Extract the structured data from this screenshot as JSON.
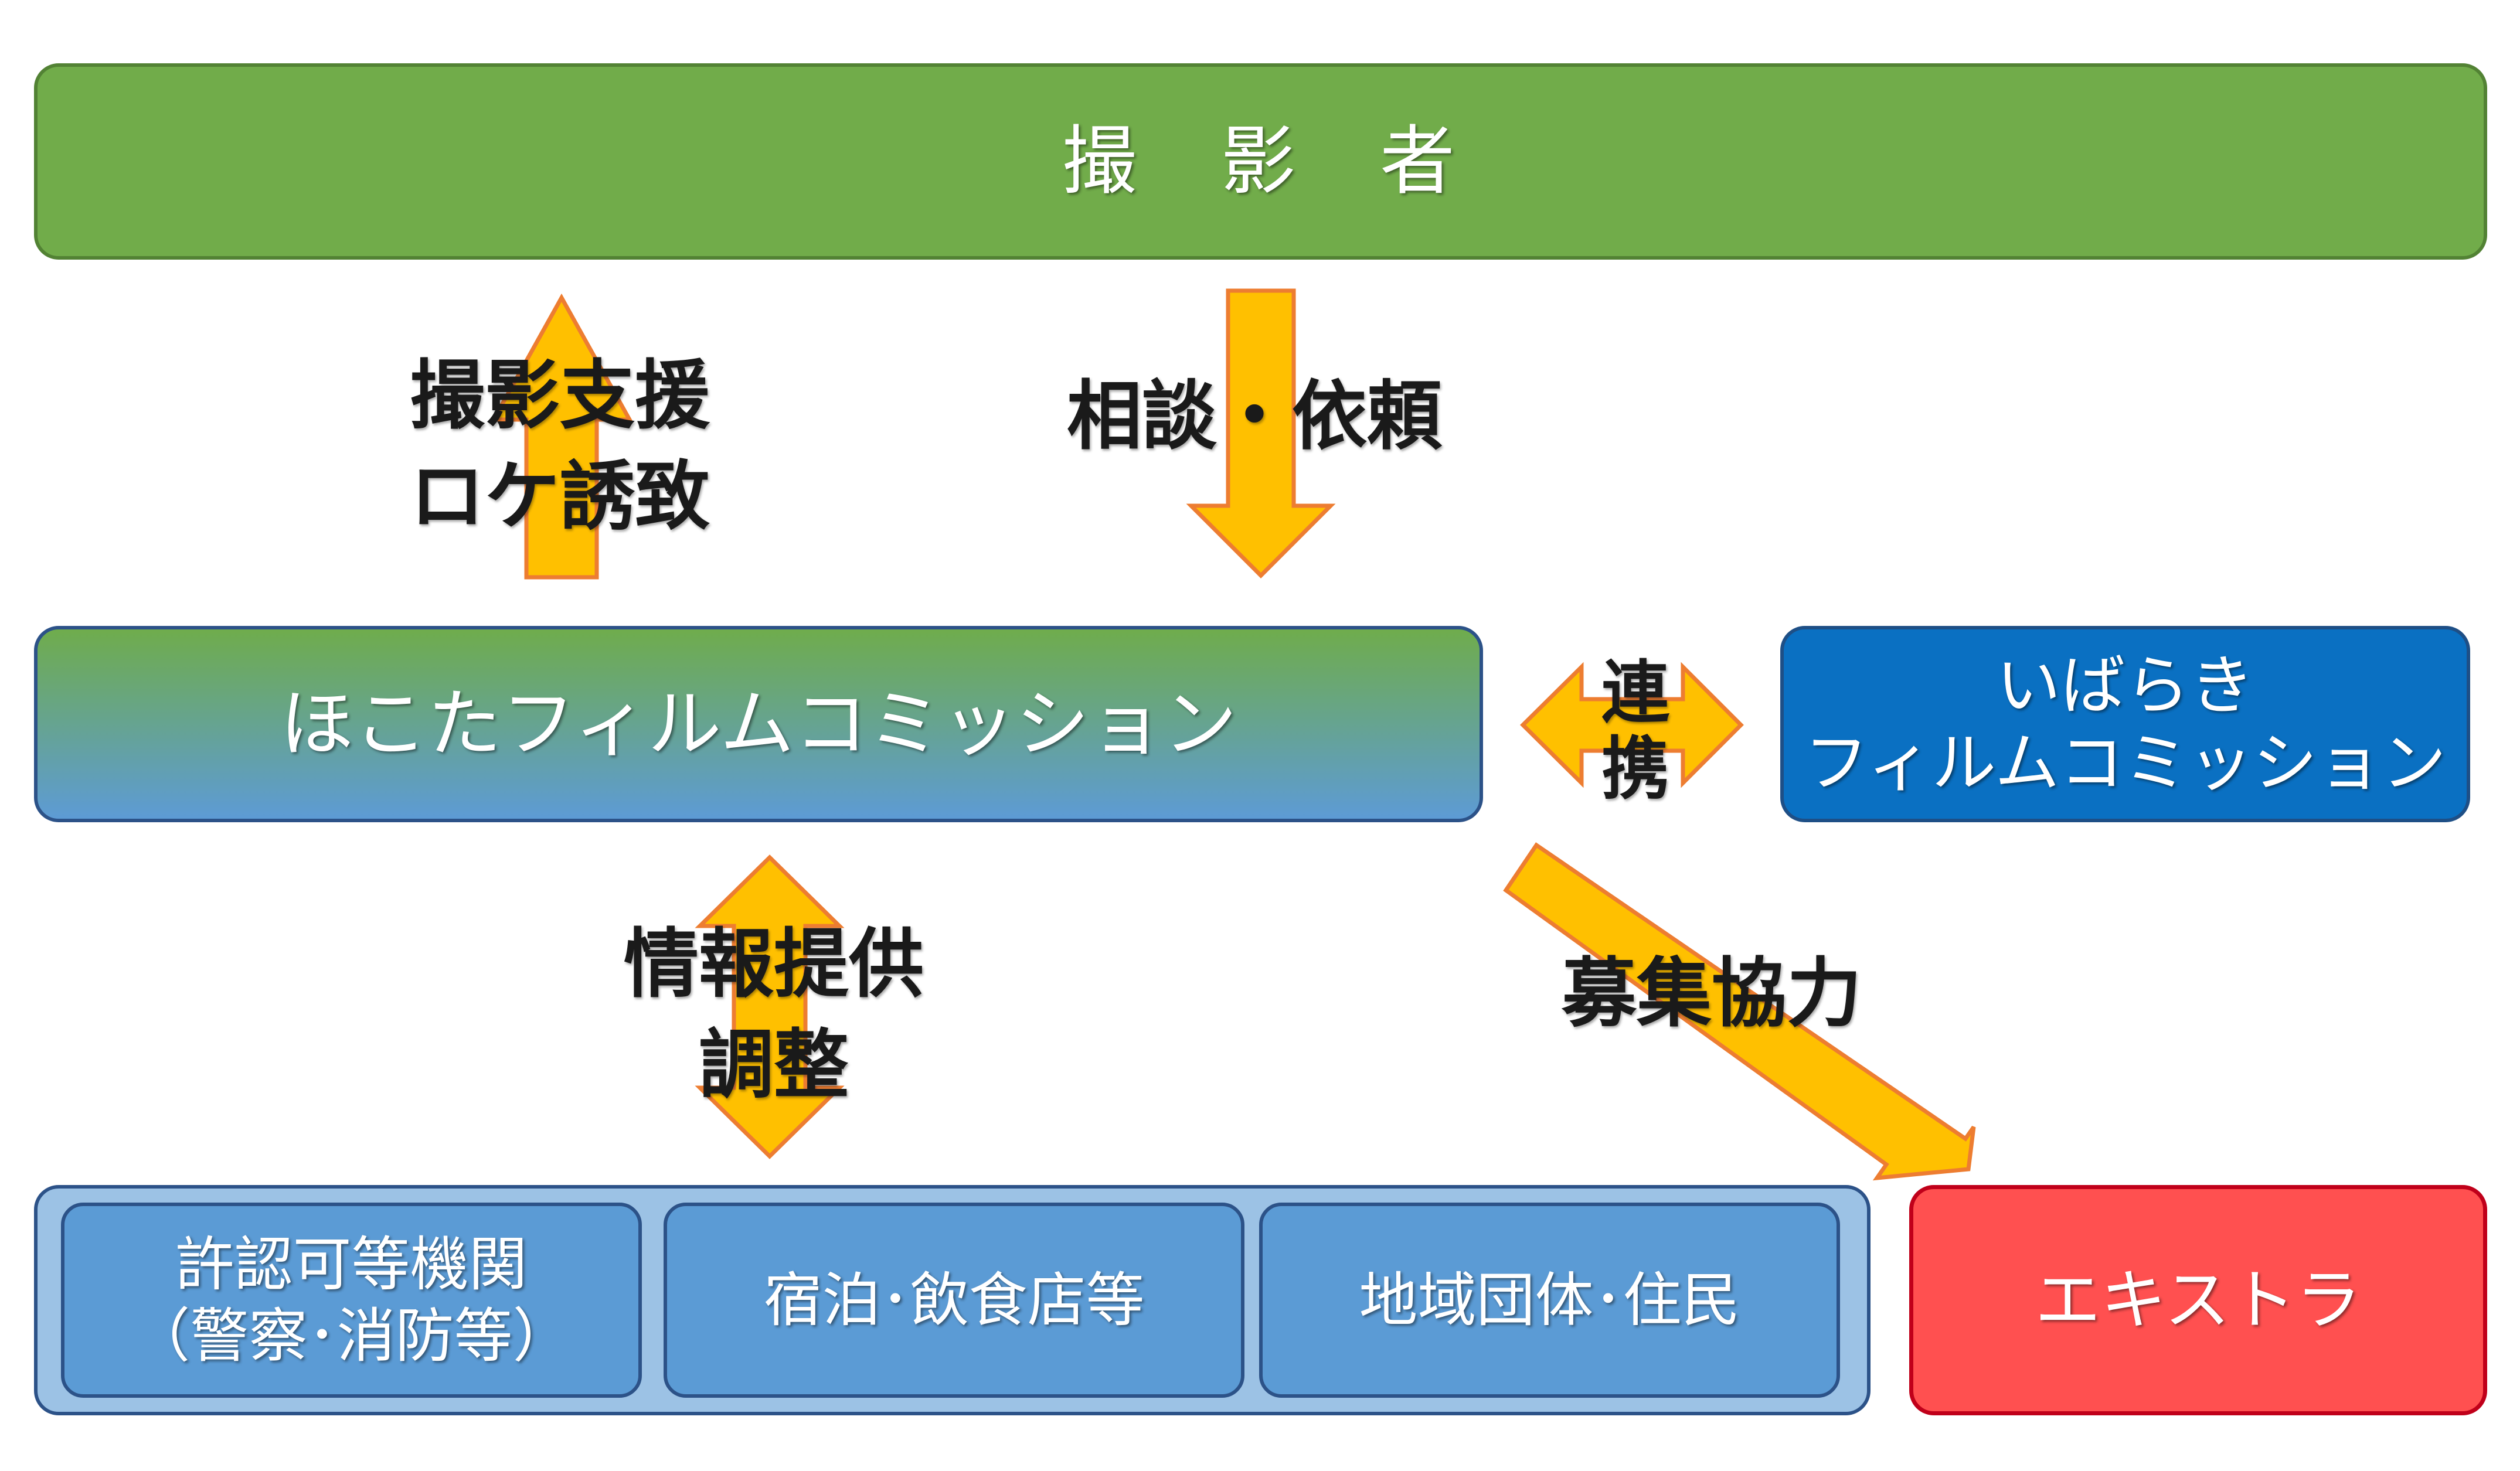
{
  "boxes": {
    "top": "撮　影　者",
    "hokota": "ほこたフィルムコミッション",
    "ibaraki": {
      "line1": "いばらき",
      "line2": "フィルムコミッション"
    },
    "permit": {
      "line1": "許認可等機関",
      "line2": "（警察･消防等）"
    },
    "lodging": "宿泊･飲食店等",
    "community": "地域団体･住民",
    "extras": "エキストラ"
  },
  "labels": {
    "support": {
      "line1": "撮影支援",
      "line2": "ロケ誘致"
    },
    "consult": "相談・依頼",
    "renkei": {
      "line1": "連",
      "line2": "携"
    },
    "info": {
      "line1": "情報提供",
      "line2": "調整"
    },
    "recruit": "募集協力"
  },
  "colors": {
    "top_fill": "#71ac4a",
    "hokota_fill_top": "#6fac4c",
    "hokota_fill_bottom": "#5d9bd5",
    "ibaraki_fill": "#0a70c2",
    "group_fill": "#9cc2e5",
    "inner_fill": "#5b9bd5",
    "extras_fill": "#ff5050",
    "arrow_fill": "#ffc000",
    "arrow_stroke": "#ed7d31"
  }
}
